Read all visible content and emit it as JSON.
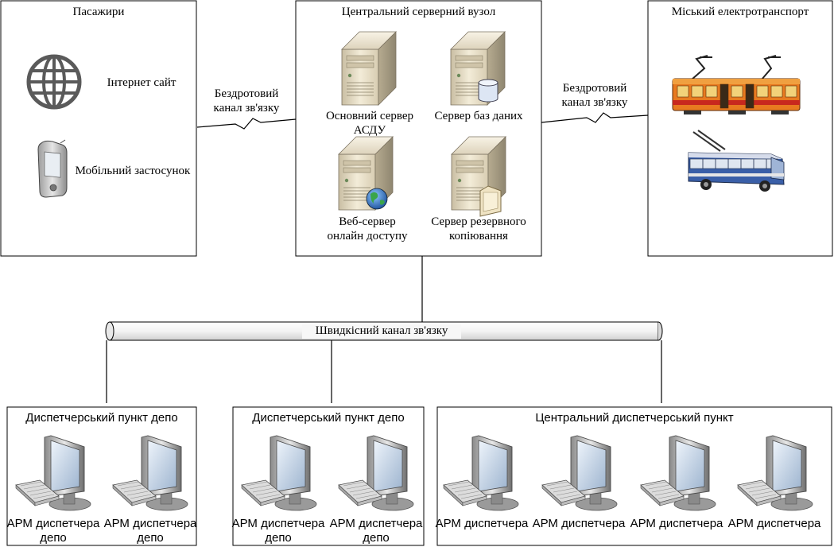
{
  "passengers": {
    "title": "Пасажири",
    "internet_site": "Інтернет сайт",
    "mobile_app": "Мобільний застосунок"
  },
  "central_node": {
    "title": "Центральний серверний вузол",
    "main_server": "Основний сервер АСДУ",
    "db_server": "Сервер баз даних",
    "web_server": "Веб-сервер онлайн доступу",
    "backup_server": "Сервер резервного копіювання"
  },
  "transport": {
    "title": "Міський електротранспорт"
  },
  "links": {
    "wireless_left": "Бездротовий канал зв'язку",
    "wireless_right": "Бездротовий канал зв'язку",
    "highspeed": "Швидкісний канал зв'язку"
  },
  "depot1": {
    "title": "Диспетчерський пункт депо",
    "workstations": [
      "АРМ диспетчера депо",
      "АРМ диспетчера депо"
    ]
  },
  "depot2": {
    "title": "Диспетчерський пункт депо",
    "workstations": [
      "АРМ диспетчера депо",
      "АРМ диспетчера депо"
    ]
  },
  "central_dispatch": {
    "title": "Центральний диспетчерський пункт",
    "workstations": [
      "АРМ диспетчера",
      "АРМ диспетчера",
      "АРМ диспетчера",
      "АРМ диспетчера"
    ]
  },
  "colors": {
    "tram_orange": "#e87a20",
    "tram_red": "#c8281e",
    "trolley_blue": "#3a5fa8",
    "server_beige": "#e6dcc4",
    "screen_blue": "#bcd0e6",
    "line": "#000000"
  }
}
